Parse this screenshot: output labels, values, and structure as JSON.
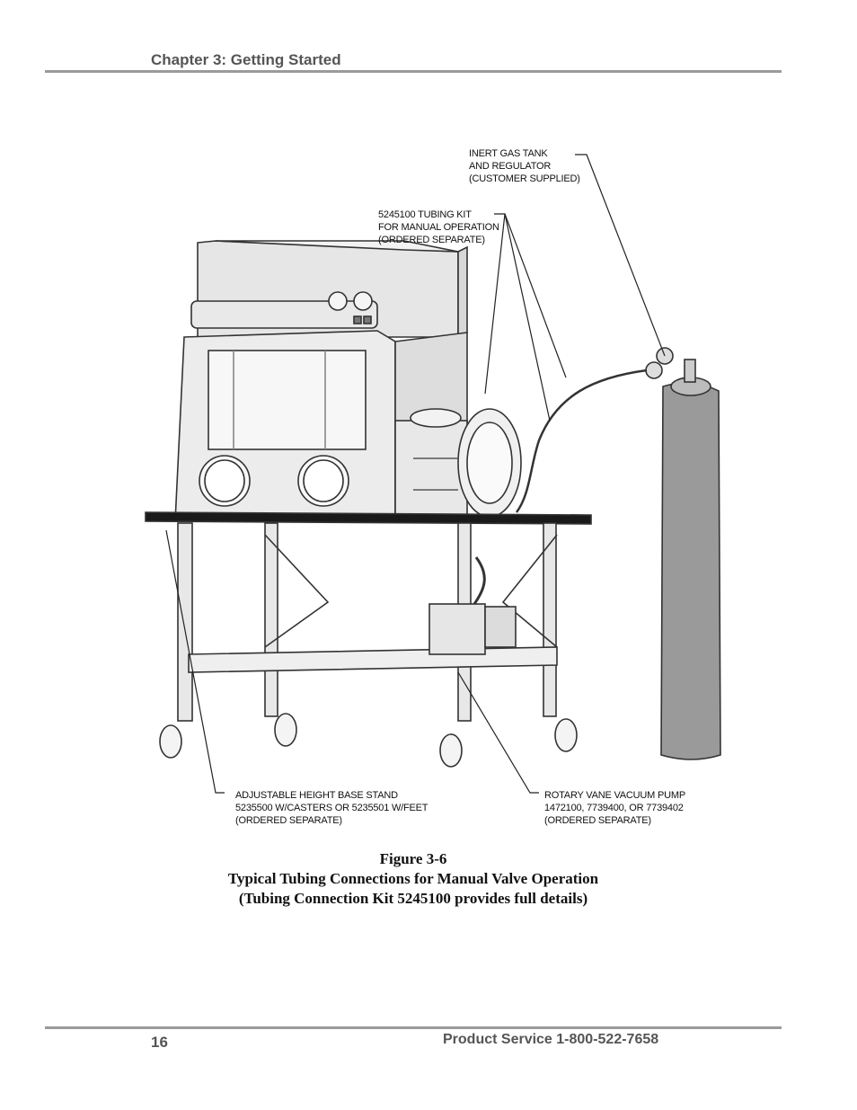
{
  "header": {
    "chapter": "Chapter 3: Getting Started"
  },
  "footer": {
    "page_number": "16",
    "service": "Product Service 1-800-522-7658"
  },
  "figure": {
    "callouts": {
      "gas_tank": [
        "INERT GAS TANK",
        "AND REGULATOR",
        "(CUSTOMER SUPPLIED)"
      ],
      "tubing_kit": [
        "5245100 TUBING KIT",
        "FOR MANUAL OPERATION",
        "(ORDERED SEPARATE)"
      ],
      "base_stand": [
        "ADJUSTABLE HEIGHT BASE STAND",
        "5235500 W/CASTERS OR 5235501 W/FEET",
        "(ORDERED SEPARATE)"
      ],
      "vacuum_pump": [
        "ROTARY VANE VACUUM PUMP",
        "1472100, 7739400, OR 7739402",
        "(ORDERED SEPARATE)"
      ]
    }
  },
  "caption": {
    "number": "Figure 3-6",
    "title": "Typical Tubing Connections for Manual Valve Operation",
    "subtitle": "(Tubing Connection Kit 5245100 provides full details)"
  }
}
